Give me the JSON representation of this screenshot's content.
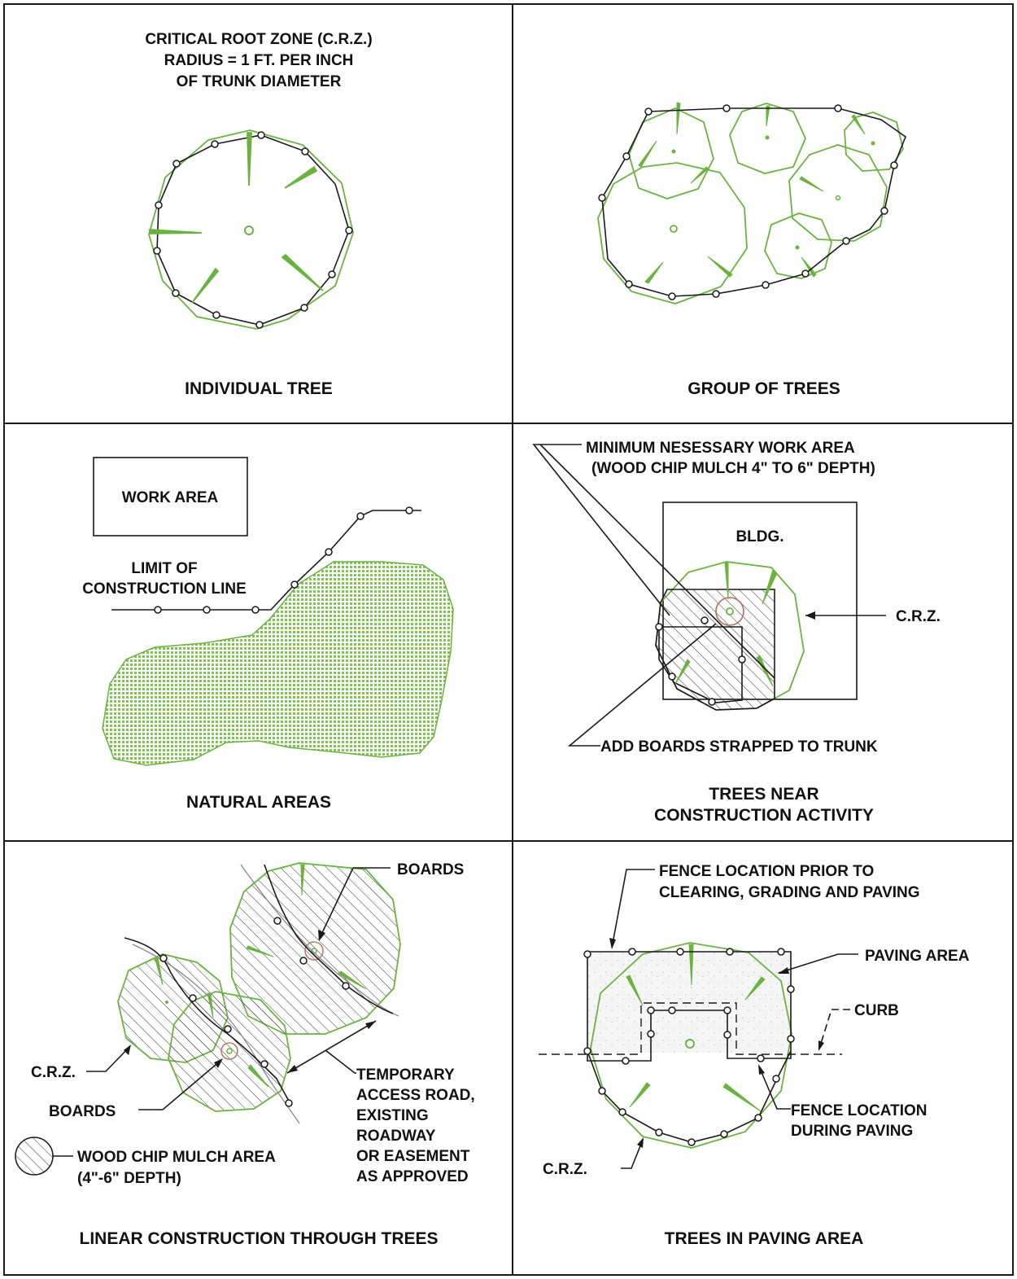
{
  "panels": {
    "individual": {
      "title": "INDIVIDUAL TREE",
      "note_lines": [
        "CRITICAL ROOT ZONE (C.R.Z.)",
        "RADIUS = 1 FT. PER INCH",
        "OF TRUNK DIAMETER"
      ]
    },
    "group": {
      "title": "GROUP OF TREES"
    },
    "natural": {
      "title": "NATURAL AREAS",
      "work_area": "WORK AREA",
      "limit_lines": [
        "LIMIT OF",
        "CONSTRUCTION LINE"
      ]
    },
    "near": {
      "title_lines": [
        "TREES NEAR",
        "CONSTRUCTION ACTIVITY"
      ],
      "min_work_lines": [
        "MINIMUM NESESSARY WORK AREA",
        "(WOOD CHIP MULCH 4\" TO 6\" DEPTH)"
      ],
      "bldg": "BLDG.",
      "crz": "C.R.Z.",
      "boards": "ADD BOARDS STRAPPED TO TRUNK"
    },
    "linear": {
      "title": "LINEAR CONSTRUCTION THROUGH TREES",
      "boards_top": "BOARDS",
      "boards_left": "BOARDS",
      "crz": "C.R.Z.",
      "road_lines": [
        "TEMPORARY",
        "ACCESS ROAD,",
        "EXISTING",
        "ROADWAY",
        "OR EASEMENT",
        "AS APPROVED"
      ],
      "legend_lines": [
        "WOOD CHIP MULCH AREA",
        "(4\"-6\" DEPTH)"
      ]
    },
    "paving": {
      "title": "TREES IN PAVING AREA",
      "fence_prior_lines": [
        "FENCE LOCATION PRIOR TO",
        "CLEARING, GRADING AND PAVING"
      ],
      "paving_area": "PAVING AREA",
      "curb": "CURB",
      "fence_during_lines": [
        "FENCE LOCATION",
        "DURING PAVING"
      ],
      "crz": "C.R.Z."
    }
  },
  "colors": {
    "crz_green": "#6ab33e",
    "line": "#1a1a1a",
    "bldg_circle": "#b87a6a"
  }
}
